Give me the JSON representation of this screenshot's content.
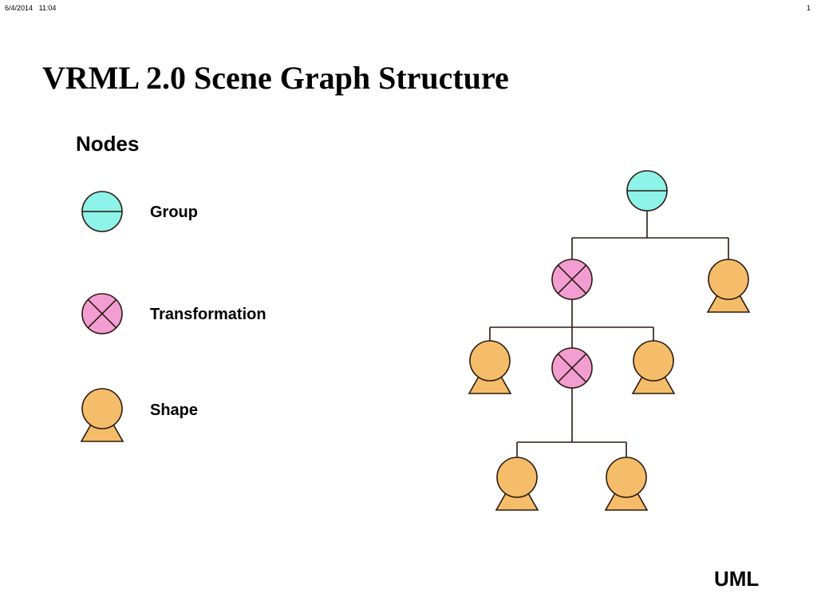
{
  "header": {
    "date": "6/4/2014",
    "time": "11:04",
    "page_number": "1"
  },
  "title": "VRML 2.0 Scene Graph Structure",
  "legend": {
    "heading": "Nodes",
    "items": [
      {
        "type": "group",
        "label": "Group"
      },
      {
        "type": "transformation",
        "label": "Transformation"
      },
      {
        "type": "shape",
        "label": "Shape"
      }
    ]
  },
  "colors": {
    "group": "#8ef3e8",
    "transformation": "#f29ed2",
    "shape": "#f5bd69",
    "stroke": "#2a1a10"
  },
  "tree": {
    "id": "root",
    "type": "group",
    "children": [
      {
        "id": "t1",
        "type": "transformation",
        "children": [
          {
            "id": "s1",
            "type": "shape",
            "children": []
          },
          {
            "id": "t2",
            "type": "transformation",
            "children": [
              {
                "id": "s4",
                "type": "shape",
                "children": []
              },
              {
                "id": "s5",
                "type": "shape",
                "children": []
              }
            ]
          },
          {
            "id": "s2",
            "type": "shape",
            "children": []
          }
        ]
      },
      {
        "id": "s3",
        "type": "shape",
        "children": []
      }
    ]
  },
  "footer": {
    "label": "UML"
  }
}
